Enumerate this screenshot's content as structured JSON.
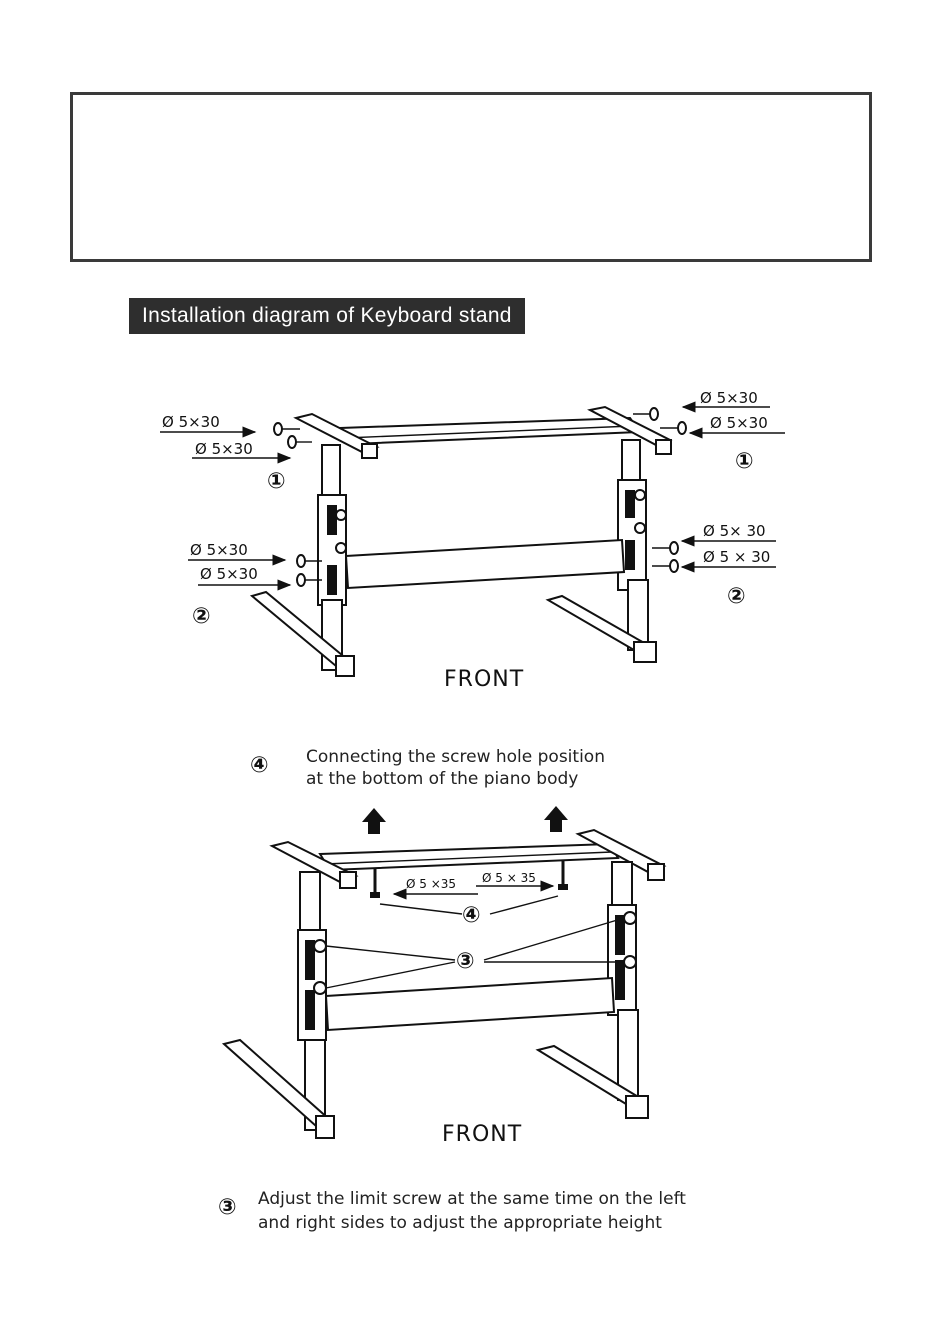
{
  "banner": {
    "title": "Installation diagram of Keyboard stand"
  },
  "diagram1": {
    "screw_left_top": "Ø 5×30",
    "screw_left_second": "Ø 5×30",
    "screw_left_lower_top": "Ø 5×30",
    "screw_left_lower_second": "Ø 5×30",
    "screw_right_top": "Ø 5×30",
    "screw_right_second": "Ø 5×30",
    "screw_right_lower_top": "Ø 5× 30",
    "screw_right_lower_second": "Ø 5 × 30",
    "step_1_left": "①",
    "step_1_right": "①",
    "step_2_left": "②",
    "step_2_right": "②",
    "front_label": "FRONT"
  },
  "diagram2": {
    "step_4_marker": "④",
    "step_4_text_line1": "Connecting the screw hole position",
    "step_4_text_line2": "at the bottom of the piano body",
    "screw_left": "Ø 5 ×35",
    "screw_right": "Ø 5 × 35",
    "step_4_center": "④",
    "step_3_center": "③",
    "front_label": "FRONT",
    "step_3_marker": "③",
    "step_3_text_line1": "Adjust the limit screw at the same time on the left",
    "step_3_text_line2": "and right sides to adjust the appropriate height"
  }
}
